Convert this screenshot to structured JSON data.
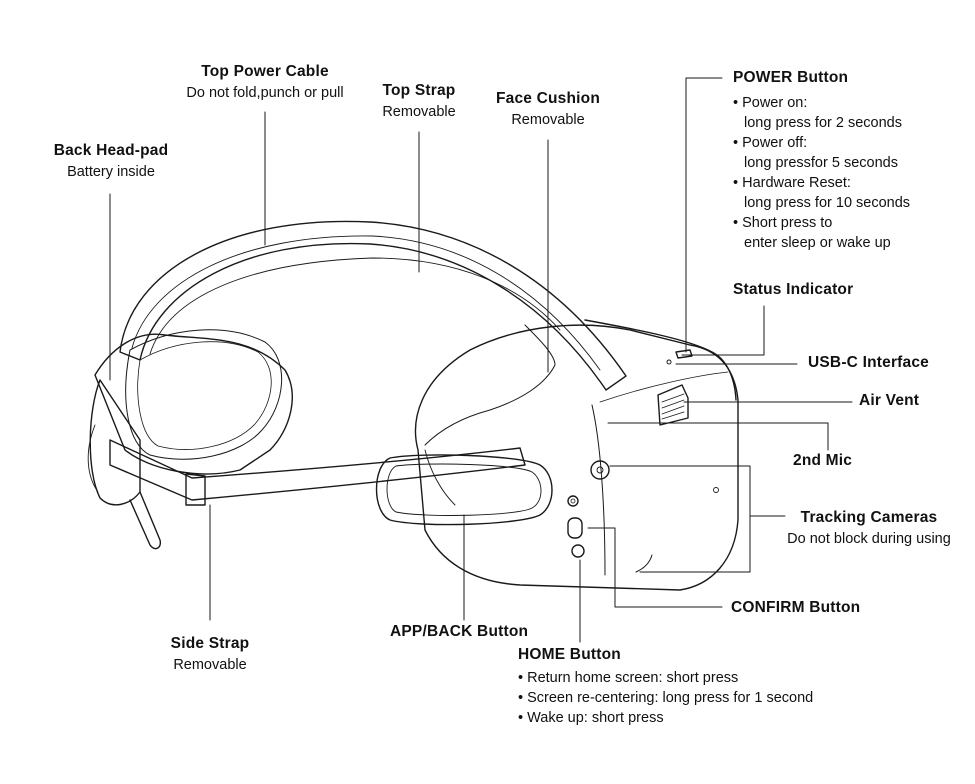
{
  "labels": {
    "top_power_cable": {
      "title": "Top Power Cable",
      "sub": "Do not fold,punch or pull"
    },
    "top_strap": {
      "title": "Top Strap",
      "sub": "Removable"
    },
    "face_cushion": {
      "title": "Face Cushion",
      "sub": "Removable"
    },
    "back_head_pad": {
      "title": "Back Head-pad",
      "sub": "Battery inside"
    },
    "power_button": {
      "title": "POWER Button",
      "lines": [
        "• Power on:",
        "long press for 2 seconds",
        "• Power off:",
        "long pressfor 5 seconds",
        "• Hardware Reset:",
        "long press for 10 seconds",
        "• Short press to",
        "enter sleep or wake up"
      ]
    },
    "status_indicator": {
      "title": "Status Indicator"
    },
    "usb_c": {
      "title": "USB-C Interface"
    },
    "air_vent": {
      "title": "Air Vent"
    },
    "second_mic": {
      "title": "2nd Mic"
    },
    "tracking_cameras": {
      "title": "Tracking Cameras",
      "sub": "Do not block during using"
    },
    "confirm_button": {
      "title": "CONFIRM Button"
    },
    "side_strap": {
      "title": "Side Strap",
      "sub": "Removable"
    },
    "app_back_button": {
      "title": "APP/BACK Button"
    },
    "home_button": {
      "title": "HOME Button",
      "lines": [
        "• Return home screen: short press",
        "• Screen re-centering: long press for 1 second",
        "• Wake up: short press"
      ]
    }
  },
  "colors": {
    "line": "#1a1a1a",
    "background": "#ffffff"
  }
}
